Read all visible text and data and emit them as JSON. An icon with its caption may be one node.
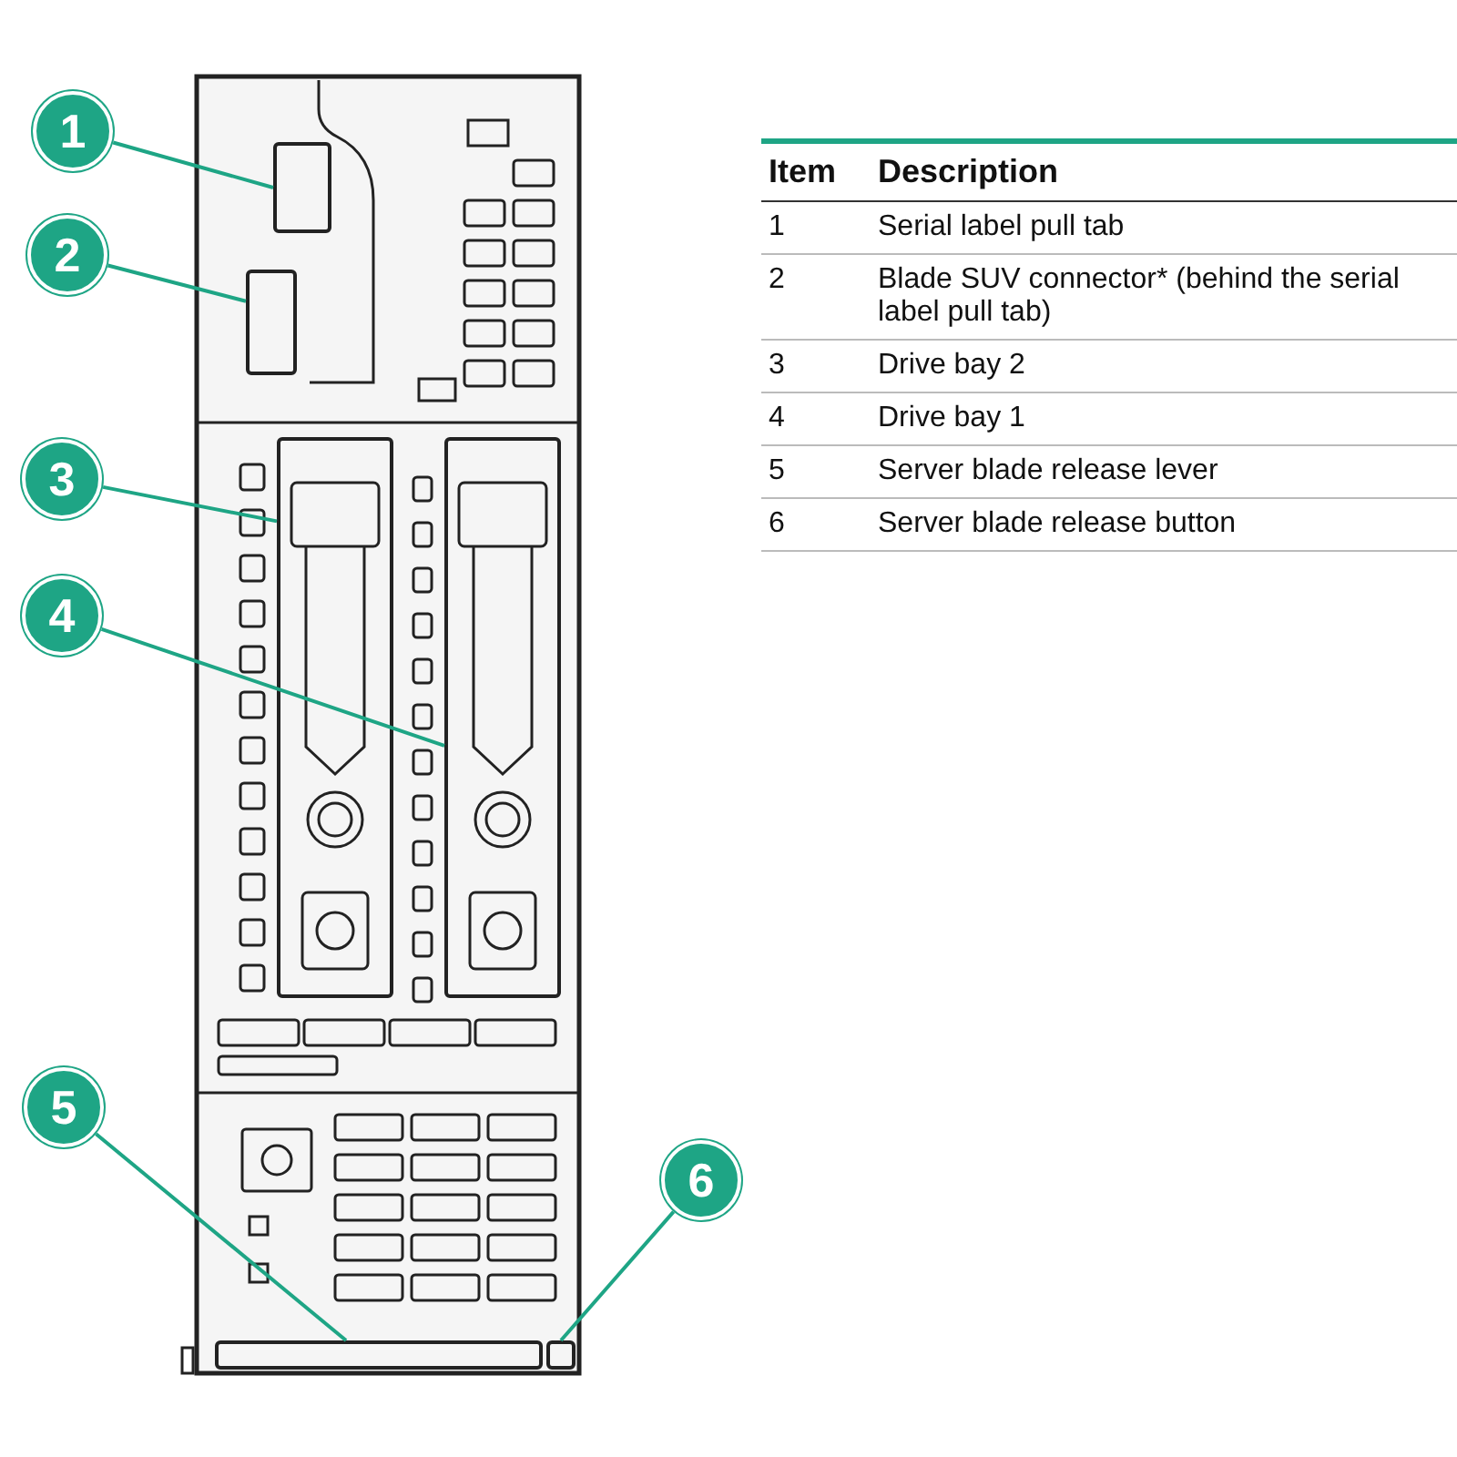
{
  "diagram": {
    "nodes": [
      {
        "text": [
          "1"
        ]
      },
      {
        "text": [
          "2"
        ]
      },
      {
        "text": [
          "3"
        ]
      },
      {
        "text": [
          "4"
        ]
      },
      {
        "text": [
          "5"
        ]
      },
      {
        "text": [
          "6"
        ]
      },
      {
        "text": [],
        "shape": "box"
      },
      {
        "text": [],
        "shape": "box"
      },
      {
        "text": [],
        "shape": "box"
      },
      {
        "text": [],
        "shape": "box"
      },
      {
        "text": [],
        "shape": "box"
      },
      {
        "text": [],
        "shape": "box"
      }
    ],
    "edges": [
      {
        "from": 0,
        "to": 6,
        "arrow": "none"
      },
      {
        "from": 1,
        "to": 7,
        "arrow": "none"
      },
      {
        "from": 2,
        "to": 8,
        "arrow": "none"
      },
      {
        "from": 3,
        "to": 9,
        "arrow": "none"
      },
      {
        "from": 4,
        "to": 10,
        "arrow": "none"
      },
      {
        "from": 5,
        "to": 11,
        "arrow": "none"
      }
    ],
    "labels": [
      "Item",
      "Description",
      "1",
      "Serial label pull tab",
      "2",
      "Blade SUV connector* (behind the serial label pull tab)",
      "3",
      "Drive bay 2",
      "4",
      "Drive bay 1",
      "5",
      "Server blade release lever",
      "6",
      "Server blade release button"
    ]
  }
}
